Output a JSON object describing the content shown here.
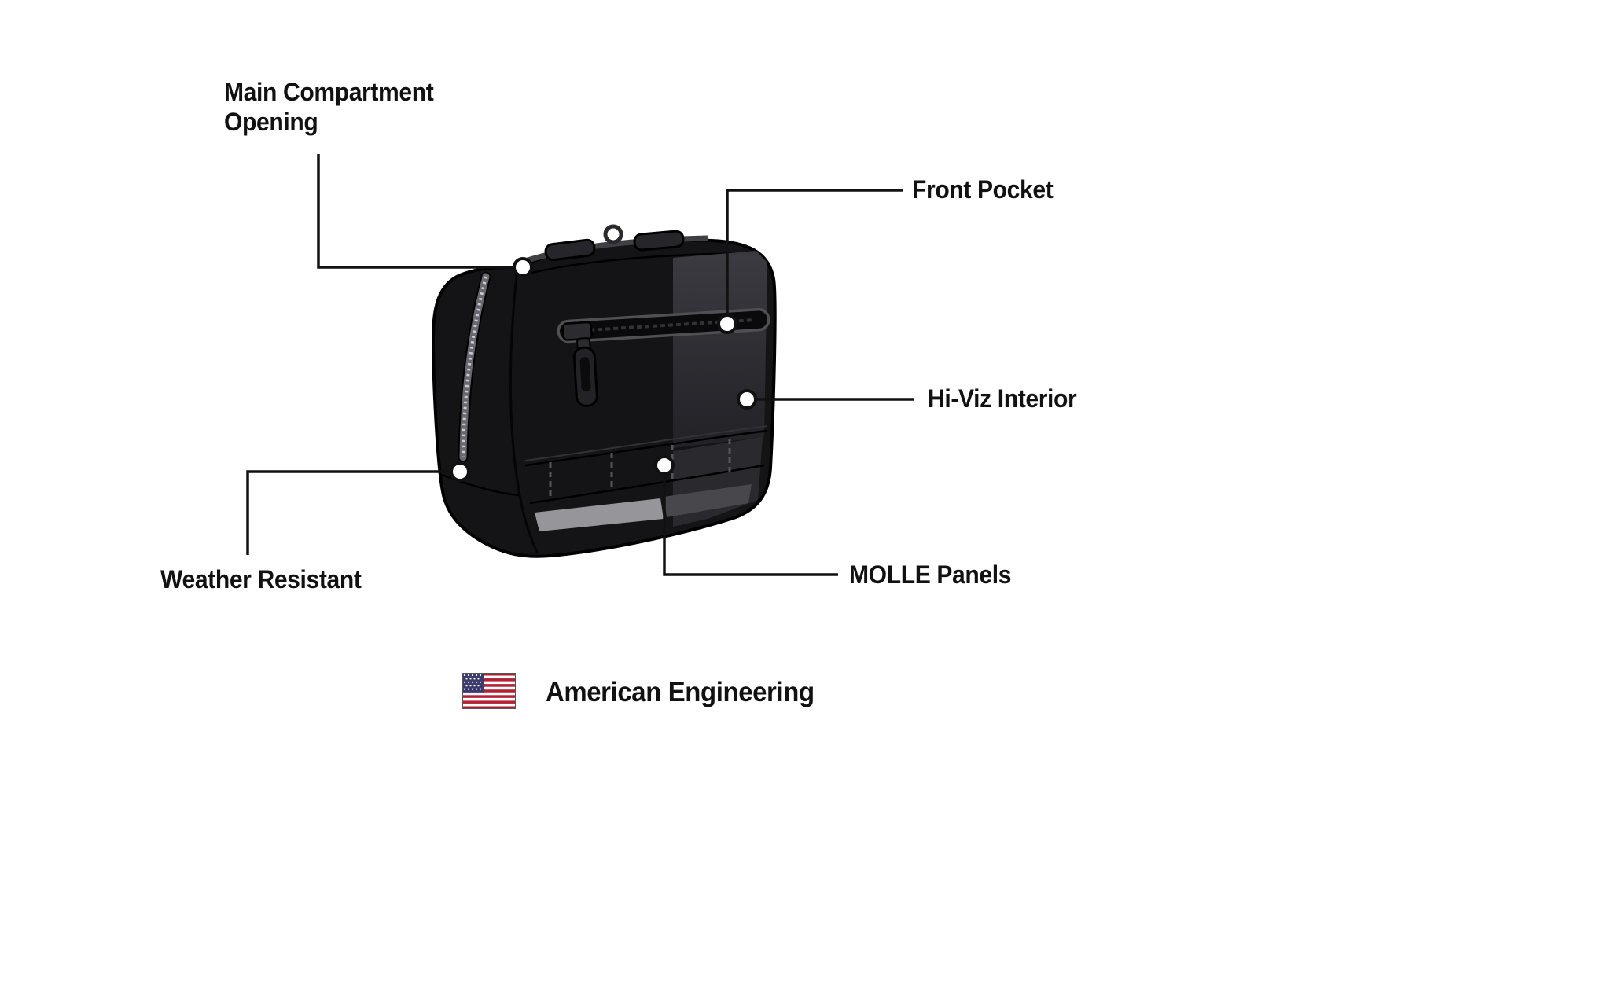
{
  "diagram": {
    "callouts": [
      {
        "id": "main-compartment-opening",
        "label": "Main Compartment\nOpening"
      },
      {
        "id": "front-pocket",
        "label": "Front Pocket"
      },
      {
        "id": "hi-viz-interior",
        "label": "Hi-Viz Interior"
      },
      {
        "id": "weather-resistant",
        "label": "Weather Resistant"
      },
      {
        "id": "molle-panels",
        "label": "MOLLE Panels"
      }
    ],
    "footer": {
      "flag_icon": "us-flag-icon",
      "text": "American Engineering"
    },
    "colors": {
      "background": "#ffffff",
      "label_text": "#111111",
      "callout_line": "#111111",
      "bag_body": "#141417",
      "bag_outline": "#000000",
      "zipper_teeth": "#caccd0",
      "reflective_strip": "#96969a",
      "flag_red": "#B22234",
      "flag_blue": "#3C3B6E",
      "flag_white": "#ffffff"
    }
  }
}
